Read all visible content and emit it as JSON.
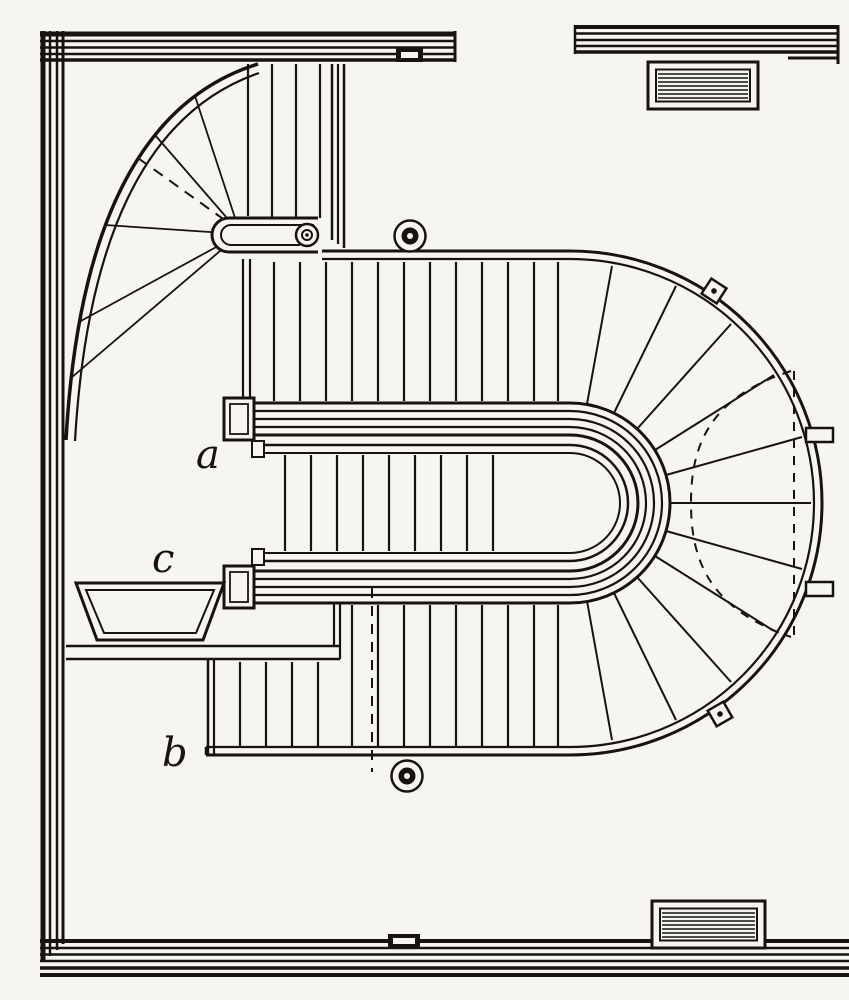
{
  "figure": {
    "kind": "engraved architectural staircase plan",
    "labels": {
      "a": "a",
      "b": "b",
      "c": "c"
    },
    "colors": {
      "ink": "#17140f",
      "paper": "#f7f5ef"
    }
  }
}
